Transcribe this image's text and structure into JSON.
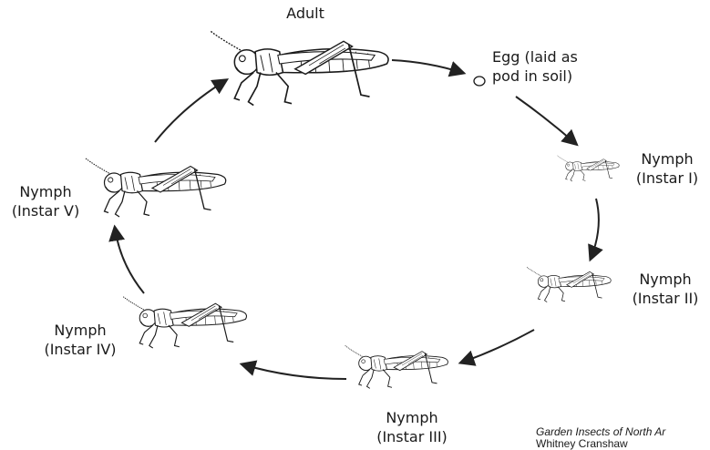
{
  "diagram": {
    "stages": [
      {
        "id": "adult",
        "lines": [
          "Adult"
        ]
      },
      {
        "id": "egg",
        "lines": [
          "Egg (laid as",
          "pod in soil)"
        ]
      },
      {
        "id": "instar-1",
        "lines": [
          "Nymph",
          "(Instar I)"
        ]
      },
      {
        "id": "instar-2",
        "lines": [
          "Nymph",
          "(Instar II)"
        ]
      },
      {
        "id": "instar-3",
        "lines": [
          "Nymph",
          "(Instar III)"
        ]
      },
      {
        "id": "instar-4",
        "lines": [
          "Nymph",
          "(Instar IV)"
        ]
      },
      {
        "id": "instar-5",
        "lines": [
          "Nymph",
          "(Instar V)"
        ]
      }
    ],
    "cycle_order": [
      "adult",
      "egg",
      "instar-1",
      "instar-2",
      "instar-3",
      "instar-4",
      "instar-5",
      "adult"
    ],
    "line_color": "#1a1a1a",
    "arrow_color": "#222222"
  },
  "credit": {
    "book": "Garden Insects of North Ar",
    "author": "Whitney Cranshaw"
  }
}
